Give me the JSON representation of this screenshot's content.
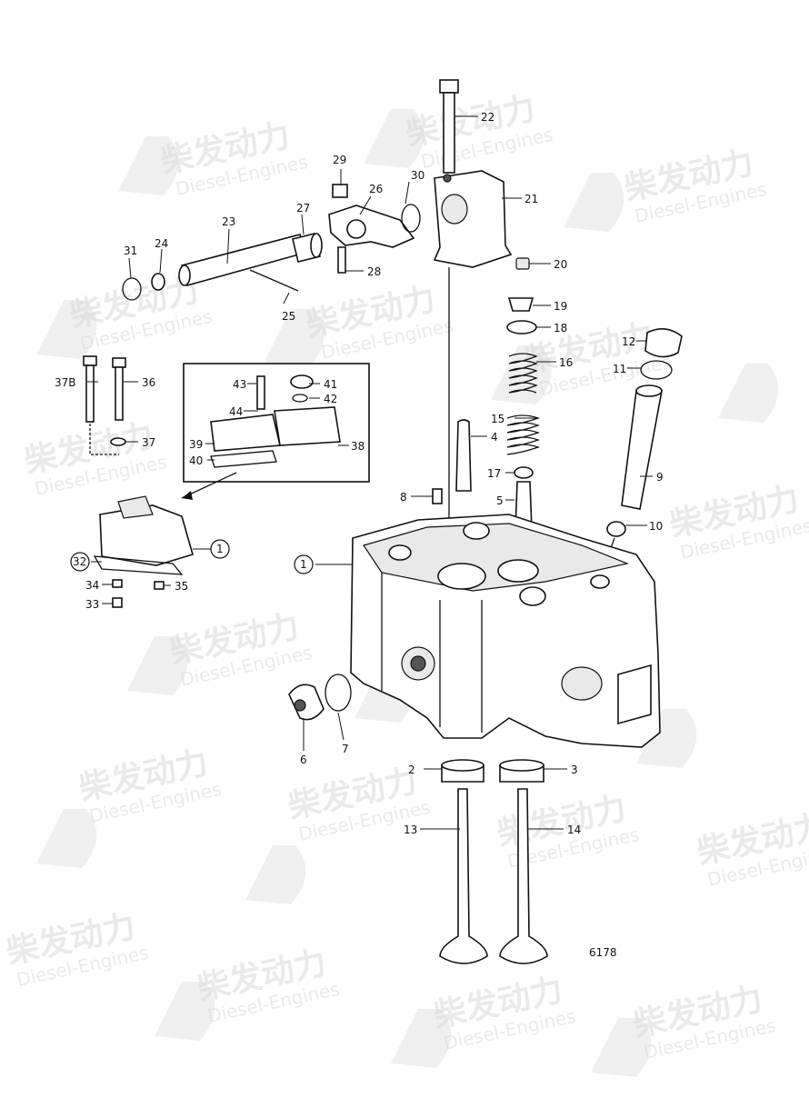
{
  "watermark": {
    "text_cn": "柴发动力",
    "text_en": "Diesel-Engines"
  },
  "drawing_number": "6178",
  "callouts": {
    "p1": "1",
    "p1_inset": "1",
    "p2": "2",
    "p3": "3",
    "p4": "4",
    "p5": "5",
    "p6": "6",
    "p7": "7",
    "p8": "8",
    "p9": "9",
    "p10": "10",
    "p11": "11",
    "p12": "12",
    "p13": "13",
    "p14": "14",
    "p15": "15",
    "p16": "16",
    "p17": "17",
    "p18": "18",
    "p19": "19",
    "p20": "20",
    "p21": "21",
    "p22": "22",
    "p23": "23",
    "p24": "24",
    "p25": "25",
    "p26": "26",
    "p27": "27",
    "p28": "28",
    "p29": "29",
    "p30": "30",
    "p31": "31",
    "p32": "32",
    "p33": "33",
    "p34": "34",
    "p35": "35",
    "p36": "36",
    "p37": "37",
    "p37b": "37B",
    "p38": "38",
    "p39": "39",
    "p40": "40",
    "p41": "41",
    "p42": "42",
    "p43": "43",
    "p44": "44"
  }
}
